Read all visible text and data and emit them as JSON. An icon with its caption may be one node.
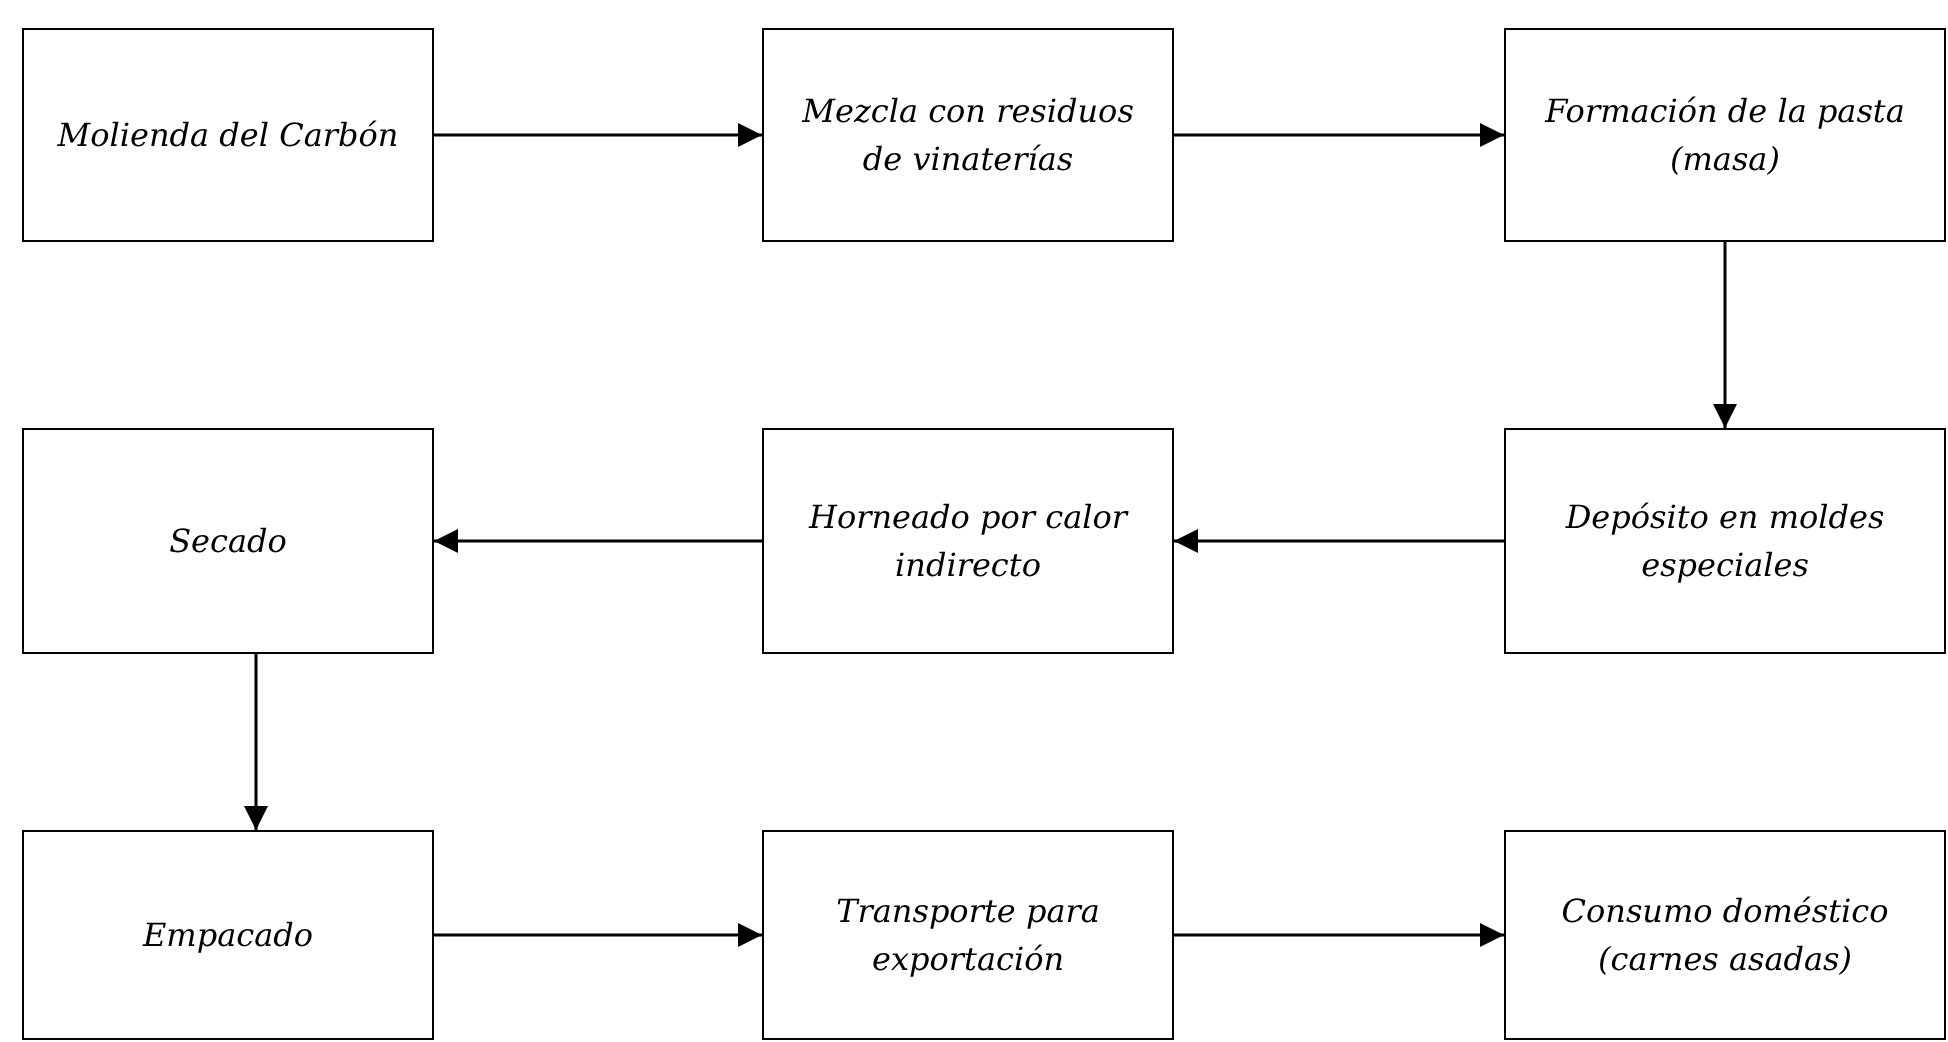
{
  "diagram": {
    "nodes": [
      {
        "text": [
          "Molienda del Carbón"
        ]
      },
      {
        "text": [
          "Mezcla con residuos de vinaterías"
        ]
      },
      {
        "text": [
          "Formación de la pasta (masa)"
        ]
      },
      {
        "text": [
          "Depósito en moldes especiales"
        ]
      },
      {
        "text": [
          "Horneado por calor indirecto"
        ]
      },
      {
        "text": [
          "Secado"
        ]
      },
      {
        "text": [
          "Empacado"
        ]
      },
      {
        "text": [
          "Transporte para exportación"
        ]
      },
      {
        "text": [
          "Consumo doméstico (carnes asadas)"
        ]
      }
    ],
    "edges": [
      {
        "from": 0,
        "to": 1,
        "arrow": "to"
      },
      {
        "from": 1,
        "to": 2,
        "arrow": "to"
      },
      {
        "from": 2,
        "to": 3,
        "arrow": "to"
      },
      {
        "from": 3,
        "to": 4,
        "arrow": "to"
      },
      {
        "from": 4,
        "to": 5,
        "arrow": "to"
      },
      {
        "from": 5,
        "to": 6,
        "arrow": "to"
      },
      {
        "from": 6,
        "to": 7,
        "arrow": "to"
      },
      {
        "from": 7,
        "to": 8,
        "arrow": "to"
      }
    ]
  }
}
